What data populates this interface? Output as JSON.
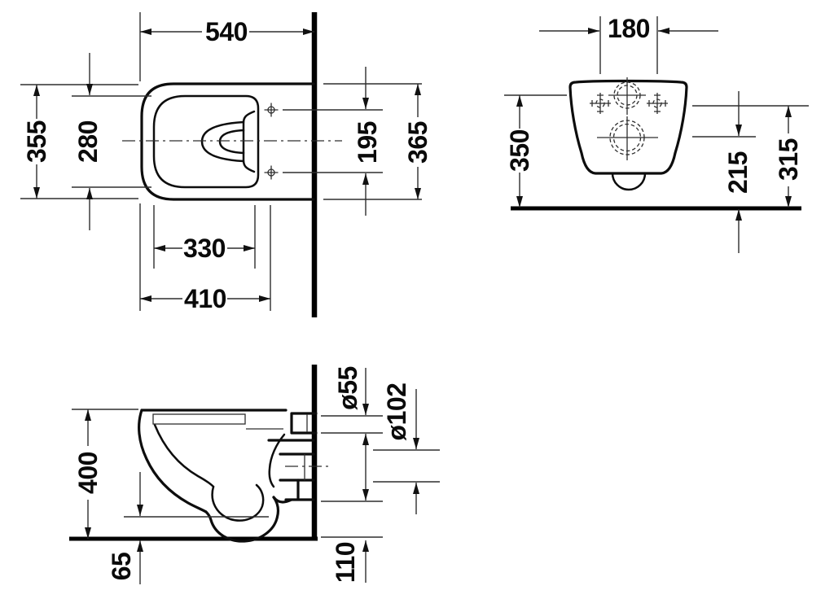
{
  "diagram": {
    "type": "technical dimension drawing",
    "subject": "Wall-hung toilet (WC) - three orthographic views with installation dimensions",
    "unit": "mm",
    "background_color": "#ffffff",
    "line_color": "#1a1a1a",
    "views": {
      "plan": {
        "name": "plan view (top)",
        "dims": {
          "overall_depth": "540",
          "overall_width": "355",
          "inner_rim_width": "280",
          "fixing_hole_spacing": "195",
          "ceramic_width": "365",
          "inner_rim_length": "330",
          "fixing_hole_depth": "410"
        }
      },
      "rear": {
        "name": "rear view",
        "dims": {
          "fixing_hole_spacing": "180",
          "inlet_center_height": "350",
          "outlet_center_height": "215",
          "fixing_hole_height": "315"
        }
      },
      "side": {
        "name": "side section view",
        "dims": {
          "body_height": "400",
          "inlet_diameter": "ø55",
          "outlet_diameter": "ø102",
          "front_bottom_clearance": "65",
          "underside_height": "110"
        }
      }
    }
  }
}
